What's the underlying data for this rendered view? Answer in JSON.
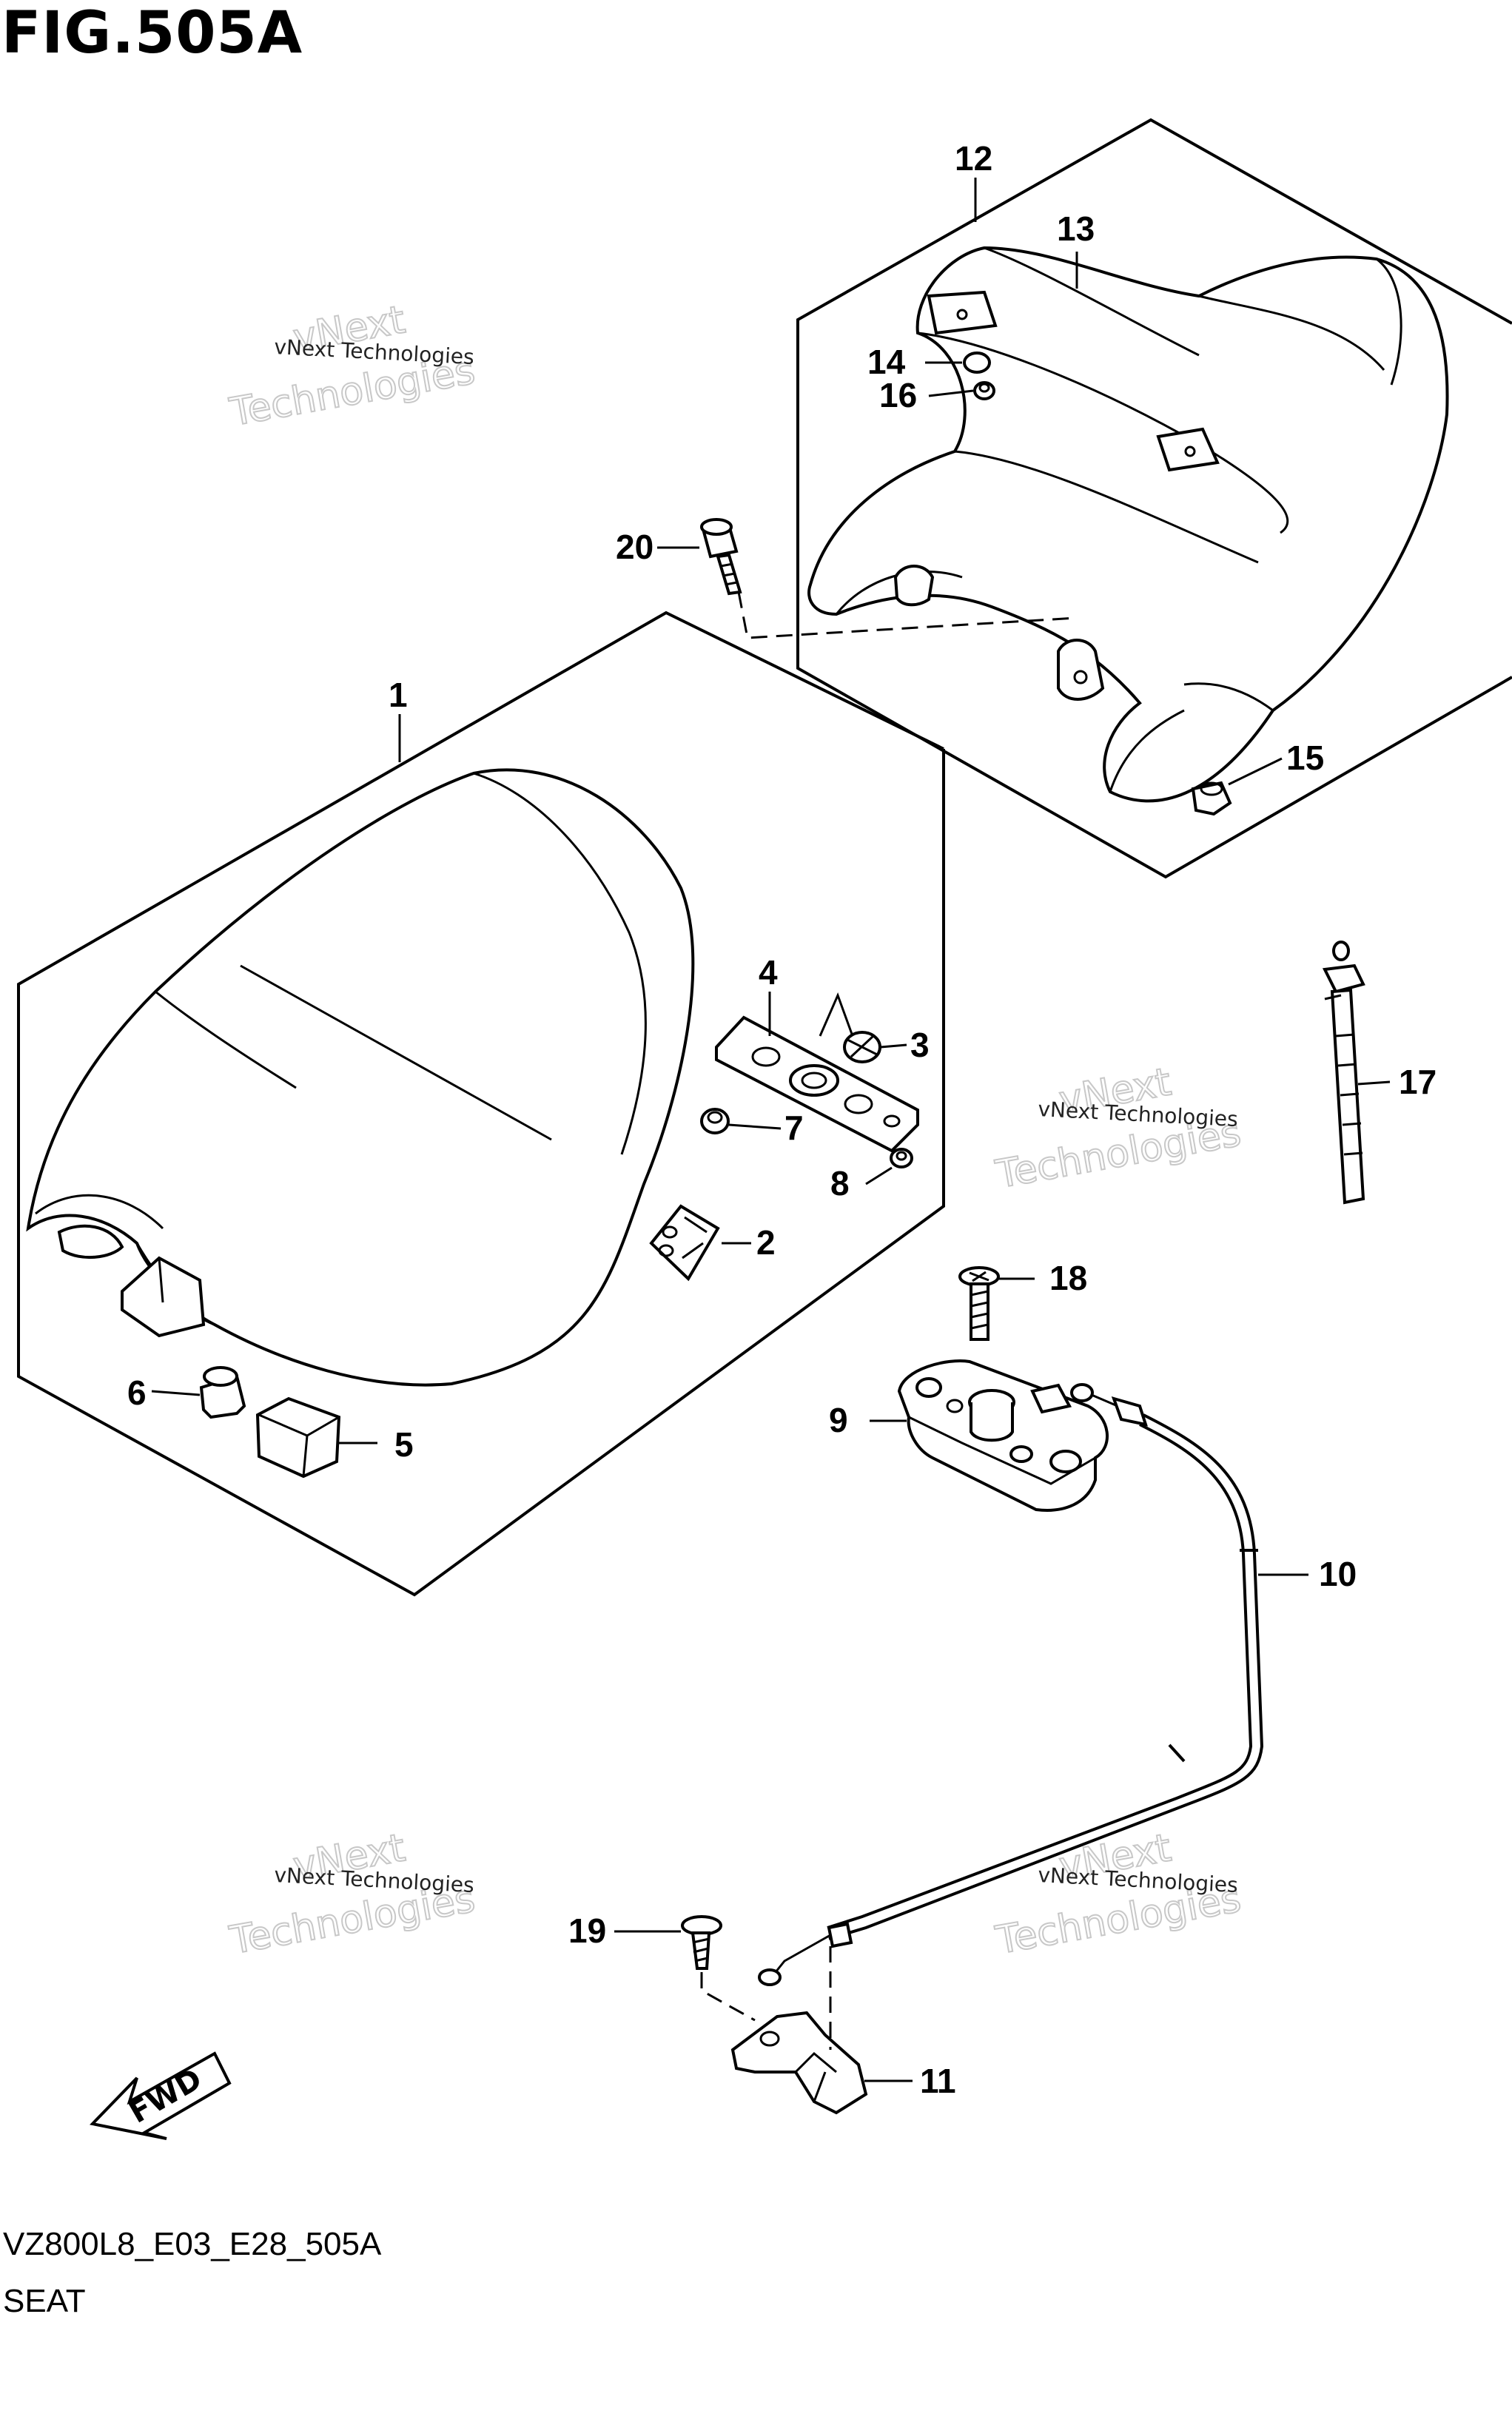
{
  "figure": {
    "title": "FIG.505A",
    "code": "VZ800L8_E03_E28_505A",
    "caption": "SEAT"
  },
  "watermark": {
    "line1": "vNext Technologies",
    "line2": "vNext",
    "line3": "Technologies"
  },
  "direction_label": "FWD",
  "callouts": [
    "1",
    "2",
    "3",
    "4",
    "5",
    "6",
    "7",
    "8",
    "9",
    "10",
    "11",
    "12",
    "13",
    "14",
    "15",
    "16",
    "17",
    "18",
    "19",
    "20"
  ]
}
